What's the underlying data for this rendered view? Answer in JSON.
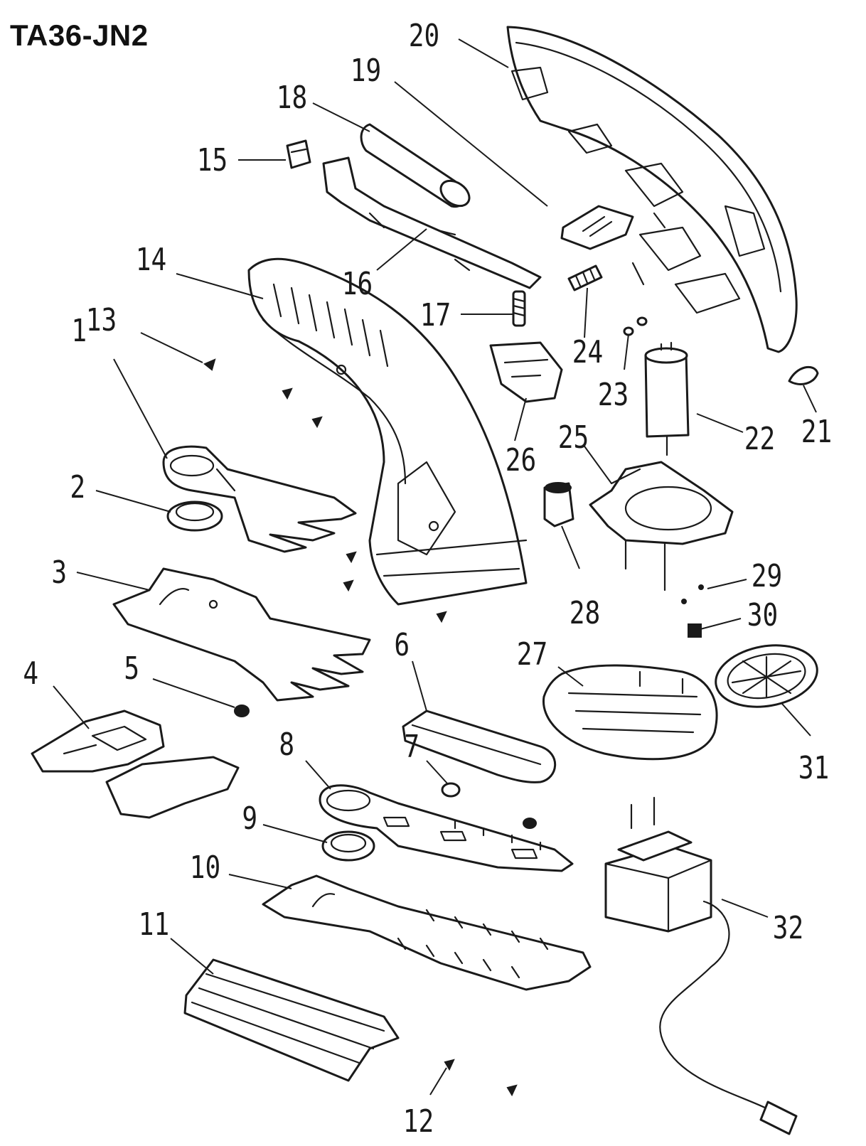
{
  "title": "TA36-JN2",
  "part_labels": [
    "1",
    "2",
    "3",
    "4",
    "5",
    "6",
    "7",
    "8",
    "9",
    "10",
    "11",
    "12",
    "13",
    "14",
    "15",
    "16",
    "17",
    "18",
    "19",
    "20",
    "21",
    "22",
    "23",
    "24",
    "25",
    "26",
    "27",
    "28",
    "29",
    "30",
    "31",
    "32"
  ]
}
